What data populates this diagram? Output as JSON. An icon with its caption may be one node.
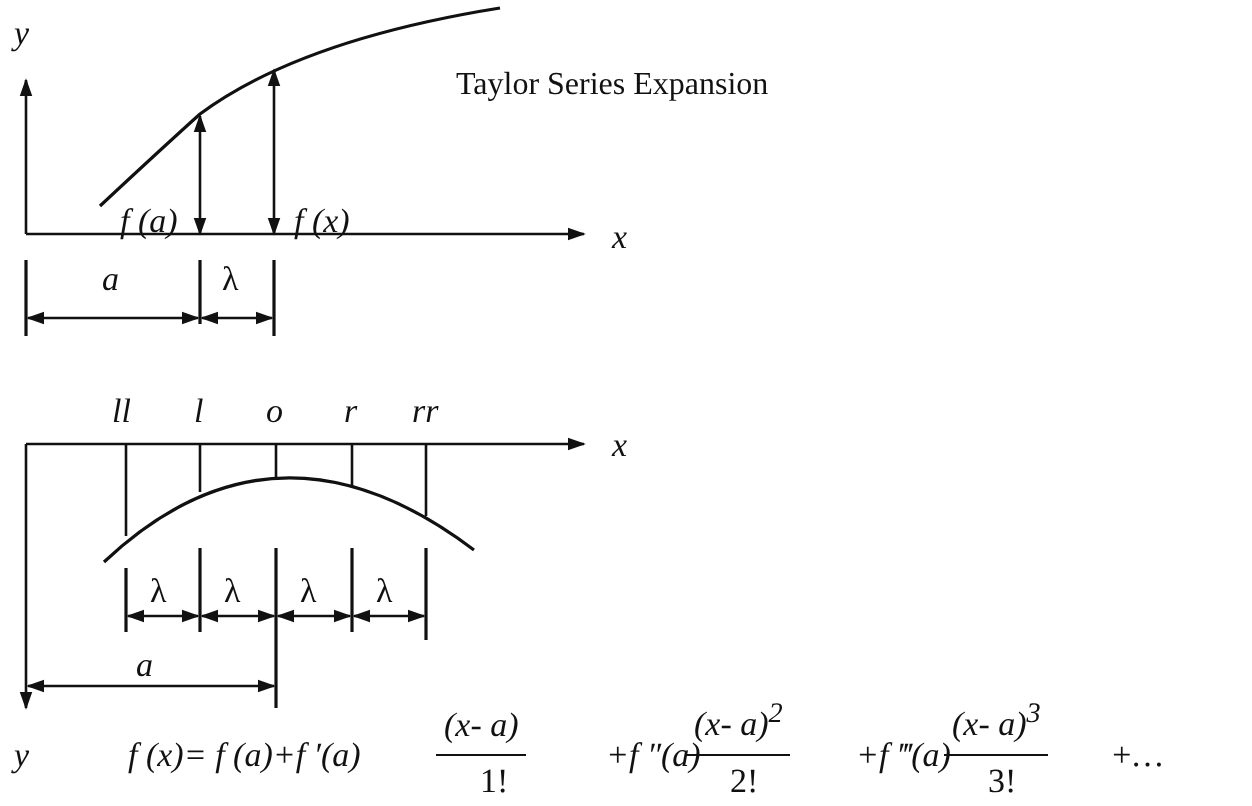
{
  "diagram": {
    "title": "Taylor Series Expansion",
    "labels": [
      "y",
      "f (a)",
      "f (x)",
      "x",
      "a",
      "λ",
      "ll",
      "l",
      "o",
      "r",
      "rr",
      "x",
      "λ",
      "λ",
      "λ",
      "λ",
      "a",
      "y",
      "f (x)= f (a)+f ′(a)",
      "(x- a)",
      "1!",
      "+f ″(a)",
      "(x- a)$^{2}$",
      "2!",
      "+f ‴(a)",
      "(x- a)$^{3}$",
      "3!",
      "+…"
    ]
  }
}
